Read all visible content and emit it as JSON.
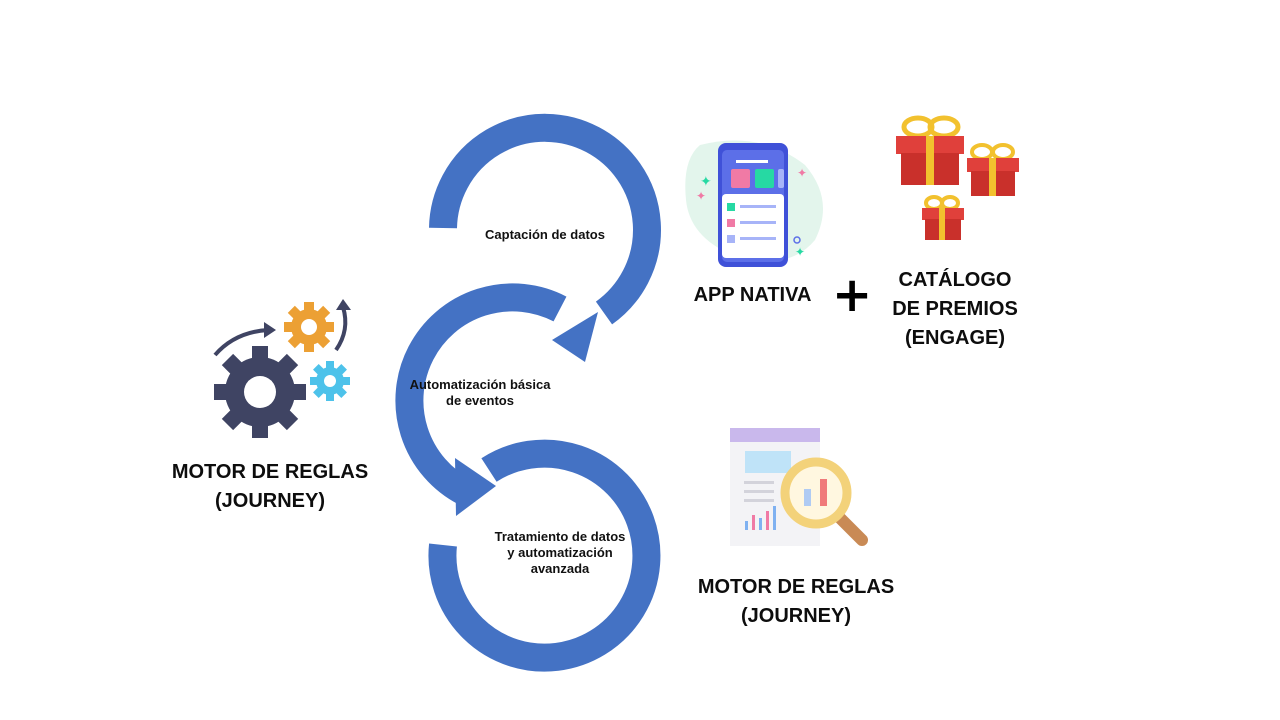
{
  "colors": {
    "flow": "#4472C4",
    "gear_dark": "#3f4463",
    "gear_orange": "#ECA034",
    "gear_blue": "#4DC2EA",
    "gift_red": "#D9302C",
    "gift_ribbon": "#F2C12E",
    "phone_blue": "#3F51D8"
  },
  "steps": [
    {
      "label": "Captación de datos"
    },
    {
      "label": "Automatización básica de eventos",
      "lines": [
        "Automatización básica",
        "de eventos"
      ]
    },
    {
      "label": "Tratamiento de datos y automatización avanzada",
      "lines": [
        "Tratamiento de datos",
        "y automatización",
        "avanzada"
      ]
    }
  ],
  "left_block": {
    "icon": "gears-icon",
    "title_lines": [
      "MOTOR DE REGLAS",
      "(JOURNEY)"
    ]
  },
  "app_block": {
    "icon": "mobile-app-icon",
    "title": "APP NATIVA"
  },
  "plus_symbol": "+",
  "catalog_block": {
    "icon": "gifts-icon",
    "title_lines": [
      "CATÁLOGO",
      "DE PREMIOS",
      "(ENGAGE)"
    ]
  },
  "analytics_block": {
    "icon": "report-magnifier-icon",
    "title_lines": [
      "MOTOR DE REGLAS",
      "(JOURNEY)"
    ]
  }
}
